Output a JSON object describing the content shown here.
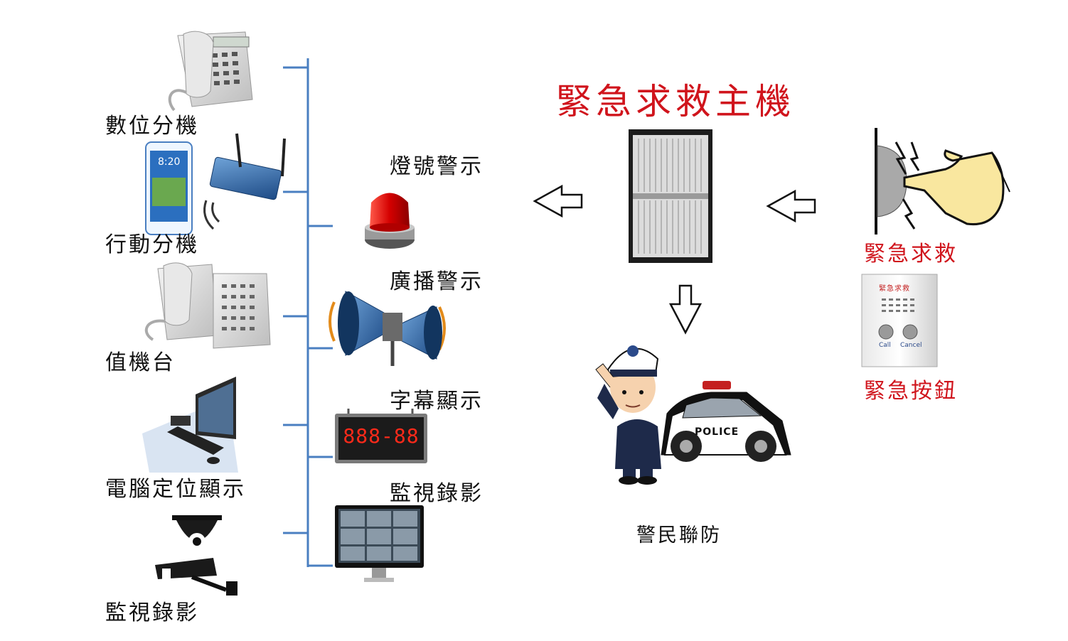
{
  "main_title": "緊急求救主機",
  "left_devices": [
    {
      "label": "數位分機",
      "icon": "desk-phone-icon"
    },
    {
      "label": "行動分機",
      "icon": "smartphone-router-icon"
    },
    {
      "label": "值機台",
      "icon": "operator-console-icon"
    },
    {
      "label": "電腦定位顯示",
      "icon": "computer-monitor-icon"
    },
    {
      "label": "監視錄影",
      "icon": "cctv-camera-icon"
    }
  ],
  "outputs": [
    {
      "label": "燈號警示",
      "icon": "beacon-light-icon"
    },
    {
      "label": "廣播警示",
      "icon": "loudspeaker-icon"
    },
    {
      "label": "字幕顯示",
      "icon": "led-display-icon",
      "display_text": "888-88"
    },
    {
      "label": "監視錄影",
      "icon": "video-wall-icon"
    }
  ],
  "inputs": [
    {
      "label": "緊急求救",
      "icon": "press-button-hand-icon"
    },
    {
      "label": "緊急按鈕",
      "icon": "emergency-panel-icon",
      "panel_text": "緊急求救",
      "call_label": "Call",
      "cancel_label": "Cancel"
    }
  ],
  "police": {
    "label": "警民聯防",
    "icon": "police-officer-car-icon",
    "car_text": "POLICE"
  },
  "colors": {
    "title": "#d0141c",
    "bus": "#4a7fc1",
    "arrow": "#111111"
  }
}
